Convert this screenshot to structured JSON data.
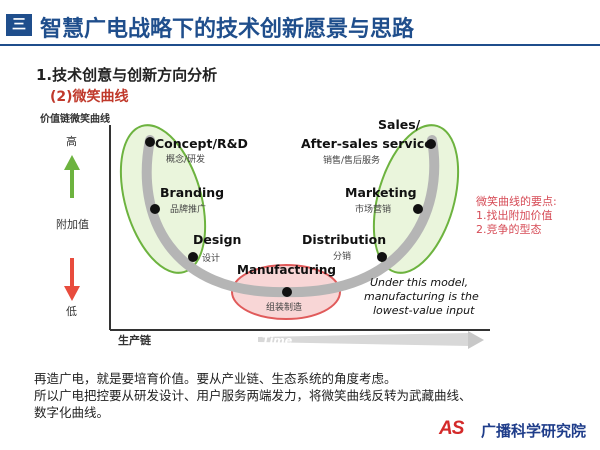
{
  "header": {
    "icon_label": "三",
    "title": "智慧广电战略下的技术创新愿景与思路"
  },
  "section_title": "1.技术创意与创新方向分析",
  "subsection_title": "(2)微笑曲线",
  "diagram": {
    "y_axis_title": "价值链微笑曲线",
    "y_high": "高",
    "y_mid": "附加值",
    "y_low": "低",
    "x_axis_label": "生产链",
    "time_label": "Time",
    "points": [
      {
        "en": "Concept/R&D",
        "cn": "概念/研发"
      },
      {
        "en": "Branding",
        "cn": "品牌推广"
      },
      {
        "en": "Design",
        "cn": "设计"
      },
      {
        "en": "Manufacturing",
        "cn": "组装制造"
      },
      {
        "en": "Distribution",
        "cn": "分销"
      },
      {
        "en": "Marketing",
        "cn": "市场营销"
      },
      {
        "en": "Sales/\nAfter-sales service",
        "cn": "销售/售后服务"
      }
    ],
    "sales_line1": "Sales/",
    "sales_line2": "After-sales service",
    "model_note": [
      "Under this model,",
      "manufacturing is the",
      "lowest-value input"
    ],
    "colors": {
      "left_right_ellipse": "#6db33f",
      "bottom_ellipse": "#e05a5a",
      "curve": "#b5b5b5",
      "arrow_up": "#6db33f",
      "arrow_down": "#e84c3d"
    }
  },
  "note": {
    "title": "微笑曲线的要点:",
    "item1": "1.找出附加价值",
    "item2": "2.竞争的型态"
  },
  "body": {
    "line1": "再造广电，就是要培育价值。要从产业链、生态系统的角度考虑。",
    "line2": "所以广电把控要从研发设计、用户服务两端发力，将微笑曲线反转为武藏曲线、数字化曲线。"
  },
  "logo": {
    "mark": "AS",
    "text": "广播科学研究院"
  }
}
